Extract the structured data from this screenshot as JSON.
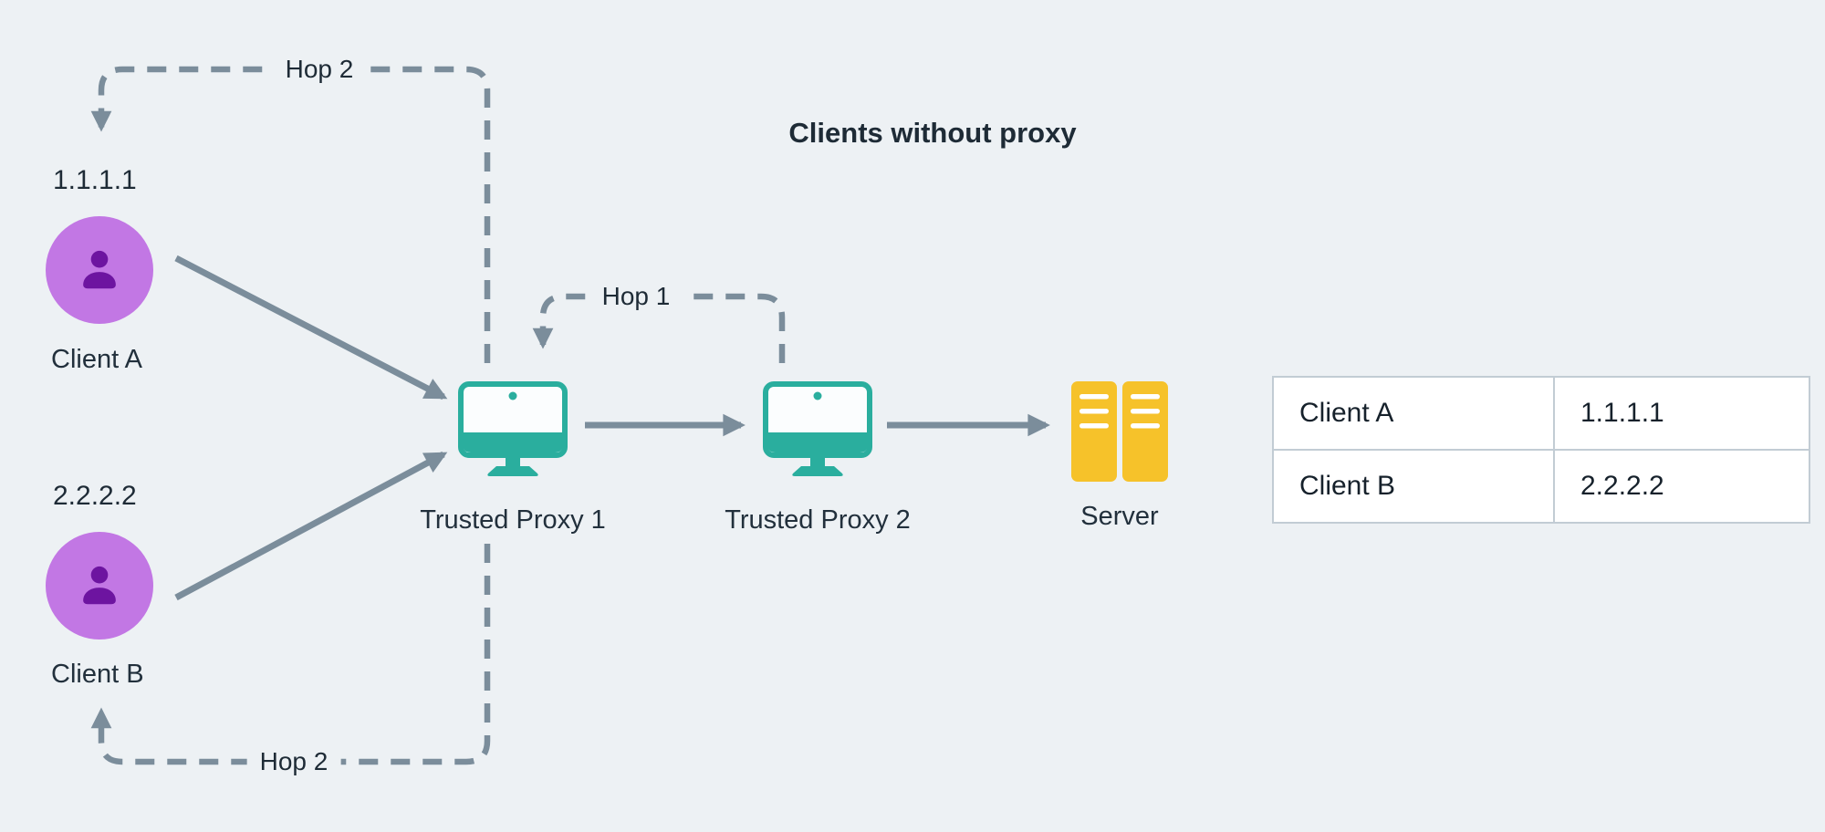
{
  "title": "Clients without proxy",
  "clients": [
    {
      "ip": "1.1.1.1",
      "label": "Client A"
    },
    {
      "ip": "2.2.2.2",
      "label": "Client B"
    }
  ],
  "proxies": [
    {
      "label": "Trusted Proxy 1"
    },
    {
      "label": "Trusted Proxy 2"
    }
  ],
  "server": {
    "label": "Server"
  },
  "hop_labels": {
    "top": "Hop 2",
    "middle": "Hop 1",
    "bottom": "Hop 2"
  },
  "table": {
    "rows": [
      {
        "client": "Client A",
        "ip": "1.1.1.1"
      },
      {
        "client": "Client B",
        "ip": "2.2.2.2"
      }
    ]
  },
  "icons": {
    "client": "person-icon",
    "proxy": "monitor-icon",
    "server": "server-stack-icon"
  },
  "colors": {
    "background": "#edf1f4",
    "arrow": "#7b8d9b",
    "client_circle": "#c277e4",
    "client_person": "#6d14a0",
    "proxy_teal": "#2aae9e",
    "server_yellow": "#f6c22a",
    "text": "#1e2b36",
    "table_border": "#c2ccd4",
    "table_background": "#ffffff"
  }
}
